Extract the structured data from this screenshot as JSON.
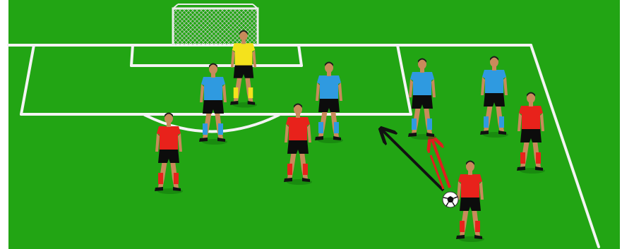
{
  "scene": {
    "description_visible_text": "",
    "colors": {
      "grass": "#22a514",
      "grass_dark": "#1c9310",
      "lines": "#f4f4f4",
      "team_attack_shirt": "#e8221b",
      "team_defend_shirt": "#2f9ae0",
      "goalkeeper_shirt": "#f4e21c",
      "shorts": "#0c0c0c",
      "skin": "#c98a5b",
      "hair": "#1a1a1a",
      "arrow_pass": "#111111",
      "arrow_run": "#e01e1e"
    },
    "players": [
      {
        "team": "goalkeeper"
      },
      {
        "team": "defend"
      },
      {
        "team": "defend"
      },
      {
        "team": "defend"
      },
      {
        "team": "defend"
      },
      {
        "team": "attack"
      },
      {
        "team": "attack"
      },
      {
        "team": "attack"
      },
      {
        "team": "attack"
      }
    ],
    "icons": {
      "ball": "soccer-ball-icon",
      "goal": "goal-net-icon"
    }
  }
}
